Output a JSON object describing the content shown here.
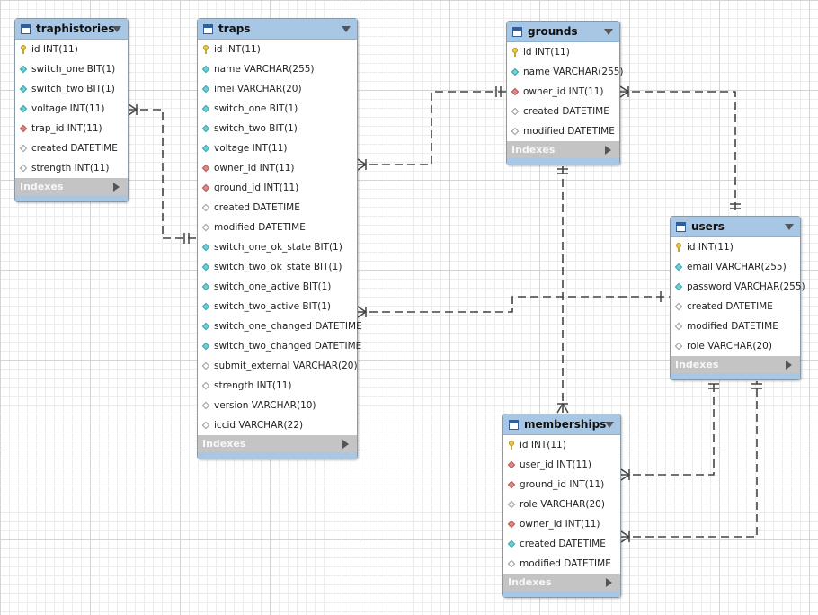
{
  "indexes_label": "Indexes",
  "tables": [
    {
      "id": "traphistories",
      "name": "traphistories",
      "columns": [
        {
          "name": "id INT(11)",
          "kind": "pk"
        },
        {
          "name": "switch_one BIT(1)",
          "kind": "nn"
        },
        {
          "name": "switch_two BIT(1)",
          "kind": "nn"
        },
        {
          "name": "voltage INT(11)",
          "kind": "nn"
        },
        {
          "name": "trap_id INT(11)",
          "kind": "fk"
        },
        {
          "name": "created DATETIME",
          "kind": "null"
        },
        {
          "name": "strength INT(11)",
          "kind": "null"
        }
      ]
    },
    {
      "id": "traps",
      "name": "traps",
      "columns": [
        {
          "name": "id INT(11)",
          "kind": "pk"
        },
        {
          "name": "name VARCHAR(255)",
          "kind": "nn"
        },
        {
          "name": "imei VARCHAR(20)",
          "kind": "nn"
        },
        {
          "name": "switch_one BIT(1)",
          "kind": "nn"
        },
        {
          "name": "switch_two BIT(1)",
          "kind": "nn"
        },
        {
          "name": "voltage INT(11)",
          "kind": "nn"
        },
        {
          "name": "owner_id INT(11)",
          "kind": "fk"
        },
        {
          "name": "ground_id INT(11)",
          "kind": "fk"
        },
        {
          "name": "created DATETIME",
          "kind": "null"
        },
        {
          "name": "modified DATETIME",
          "kind": "null"
        },
        {
          "name": "switch_one_ok_state BIT(1)",
          "kind": "nn"
        },
        {
          "name": "switch_two_ok_state BIT(1)",
          "kind": "nn"
        },
        {
          "name": "switch_one_active BIT(1)",
          "kind": "nn"
        },
        {
          "name": "switch_two_active BIT(1)",
          "kind": "nn"
        },
        {
          "name": "switch_one_changed DATETIME",
          "kind": "nn"
        },
        {
          "name": "switch_two_changed DATETIME",
          "kind": "nn"
        },
        {
          "name": "submit_external VARCHAR(20)",
          "kind": "null"
        },
        {
          "name": "strength INT(11)",
          "kind": "null"
        },
        {
          "name": "version VARCHAR(10)",
          "kind": "null"
        },
        {
          "name": "iccid VARCHAR(22)",
          "kind": "null"
        }
      ]
    },
    {
      "id": "grounds",
      "name": "grounds",
      "columns": [
        {
          "name": "id INT(11)",
          "kind": "pk"
        },
        {
          "name": "name VARCHAR(255)",
          "kind": "nn"
        },
        {
          "name": "owner_id INT(11)",
          "kind": "fk"
        },
        {
          "name": "created DATETIME",
          "kind": "null"
        },
        {
          "name": "modified DATETIME",
          "kind": "null"
        }
      ]
    },
    {
      "id": "users",
      "name": "users",
      "columns": [
        {
          "name": "id INT(11)",
          "kind": "pk"
        },
        {
          "name": "email VARCHAR(255)",
          "kind": "nn"
        },
        {
          "name": "password VARCHAR(255)",
          "kind": "nn"
        },
        {
          "name": "created DATETIME",
          "kind": "null"
        },
        {
          "name": "modified DATETIME",
          "kind": "null"
        },
        {
          "name": "role VARCHAR(20)",
          "kind": "null"
        }
      ]
    },
    {
      "id": "memberships",
      "name": "memberships",
      "columns": [
        {
          "name": "id INT(11)",
          "kind": "pk"
        },
        {
          "name": "user_id INT(11)",
          "kind": "fk"
        },
        {
          "name": "ground_id INT(11)",
          "kind": "fk"
        },
        {
          "name": "role VARCHAR(20)",
          "kind": "null"
        },
        {
          "name": "owner_id INT(11)",
          "kind": "fk"
        },
        {
          "name": "created DATETIME",
          "kind": "nn"
        },
        {
          "name": "modified DATETIME",
          "kind": "null"
        }
      ]
    }
  ],
  "relationships": [
    {
      "id": "traphistories-traps",
      "from": "traphistories",
      "to": "traps"
    },
    {
      "id": "traps-grounds",
      "from": "traps",
      "to": "grounds"
    },
    {
      "id": "traps-users",
      "from": "traps",
      "to": "users"
    },
    {
      "id": "grounds-users",
      "from": "grounds",
      "to": "users"
    },
    {
      "id": "grounds-memberships",
      "from": "grounds",
      "to": "memberships"
    },
    {
      "id": "memberships-users-user",
      "from": "memberships",
      "to": "users"
    },
    {
      "id": "memberships-users-owner",
      "from": "memberships",
      "to": "users"
    }
  ]
}
